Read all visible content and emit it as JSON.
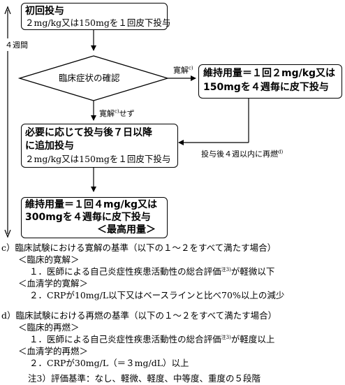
{
  "flow": {
    "initial": {
      "title": "初回投与",
      "detail": "２mg/kg又は150mgを１回皮下投与"
    },
    "interval": "４週間",
    "confirm": "臨床症状の確認",
    "remission_label": "寛解",
    "remission_note": "c)",
    "maint1": {
      "line1": "維持用量＝１回２mg/kg又は",
      "line2": "150mgを４週毎に皮下投与"
    },
    "no_remission_label": "寛解",
    "no_remission_note": "c)",
    "no_remission_suffix": "せず",
    "additional": {
      "line1": "必要に応じて投与後７日以降",
      "line2": "に追加投与",
      "detail": "２mg/kg又は150mgを１回皮下投与"
    },
    "relapse_label": "投与後４週以内に再燃",
    "relapse_note": "d)",
    "maint2": {
      "line1": "維持用量＝１回４mg/kg又は",
      "line2": "300mgを４週毎に皮下投与",
      "line3": "＜最高用量＞"
    }
  },
  "notes": {
    "c_title": "c）臨床試験における寛解の基準（以下の１～２をすべて満たす場合）",
    "c_clinical_head": "＜臨床的寛解＞",
    "c_item1_pre": "１．医師による自己炎症性疾患活動性の総合評価",
    "c_item1_note": "注3)",
    "c_item1_post": "が軽微以下",
    "c_serum_head": "＜血清学的寛解＞",
    "c_item2": "２．CRPが10mg/L以下又はベースラインと比べ70%以上の減少",
    "d_title": "d）臨床試験における再燃の基準（以下の１～２をすべて満たす場合）",
    "d_clinical_head": "＜臨床的再燃＞",
    "d_item1_pre": "１．医師による自己炎症性疾患活動性の総合評価",
    "d_item1_note": "注3)",
    "d_item1_post": "が軽度以上",
    "d_serum_head": "＜血清学的再燃＞",
    "d_item2": "２．CRPが30mg/L（＝３mg/dL）以上",
    "footnote": "注3）評価基準：なし、軽微、軽度、中等度、重度の５段階"
  }
}
